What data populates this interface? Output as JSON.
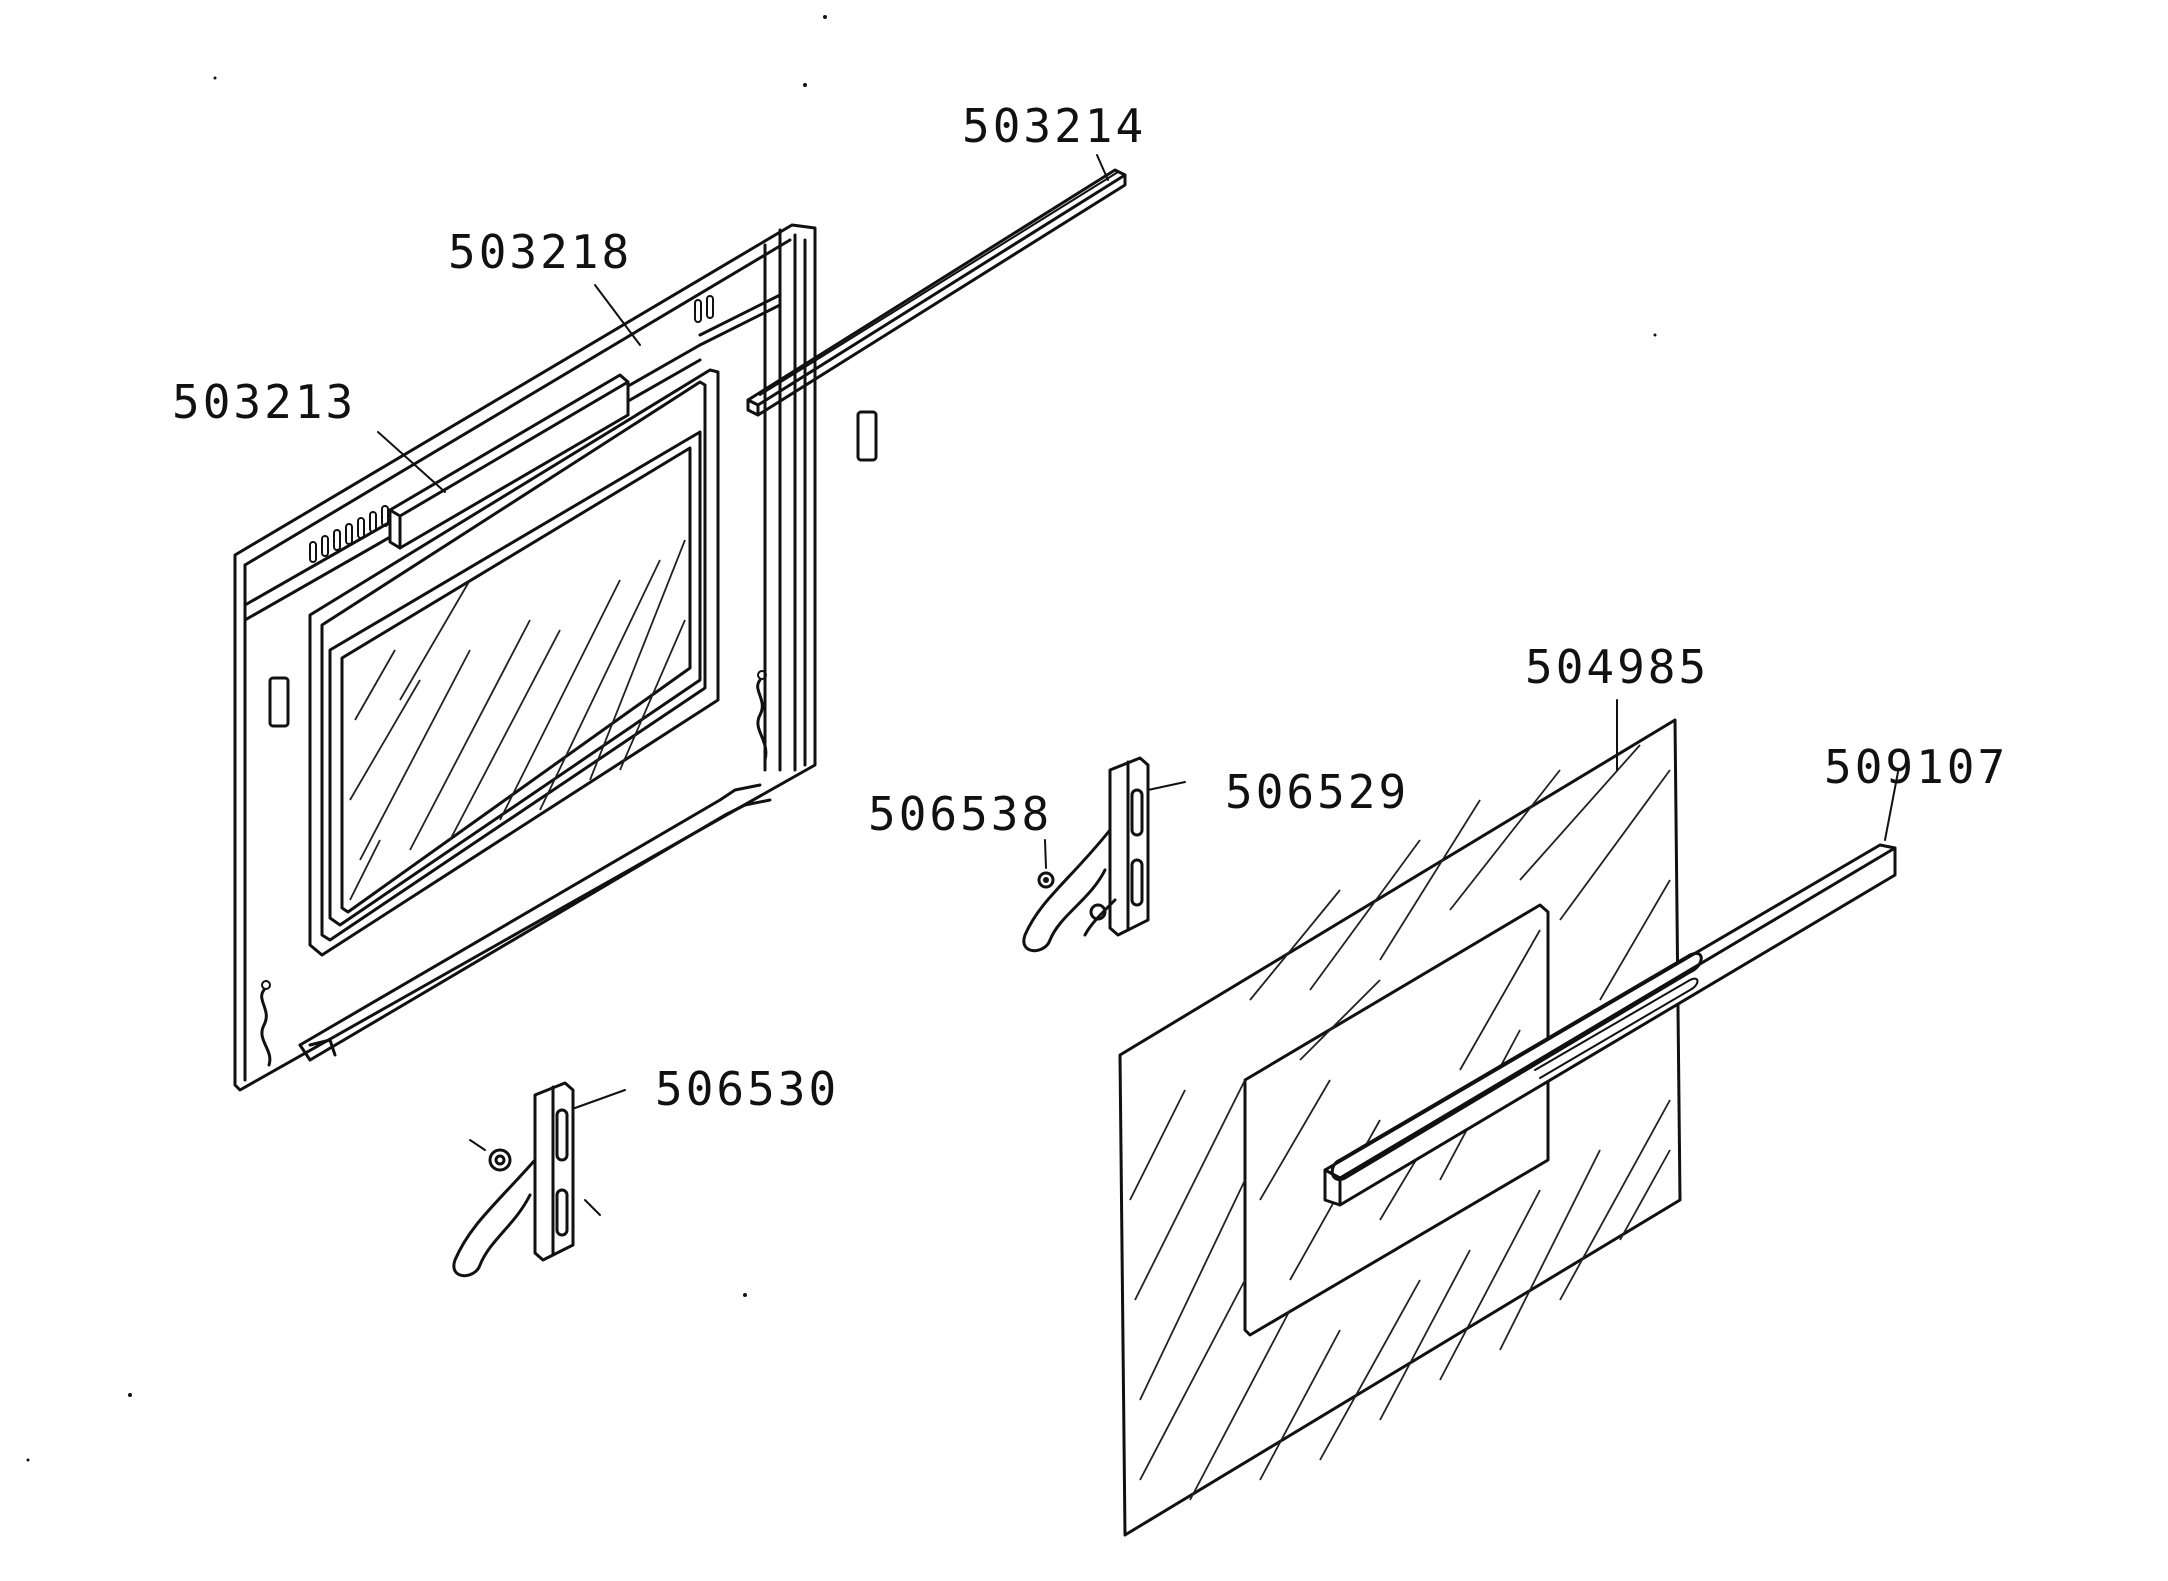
{
  "diagram": {
    "part_numbers": [
      {
        "id": "p503214",
        "text": "503214"
      },
      {
        "id": "p503218",
        "text": "503218"
      },
      {
        "id": "p503213",
        "text": "503213"
      },
      {
        "id": "p504985",
        "text": "504985"
      },
      {
        "id": "p509107",
        "text": "509107"
      },
      {
        "id": "p506538",
        "text": "506538"
      },
      {
        "id": "p506529",
        "text": "506529"
      },
      {
        "id": "p506530",
        "text": "506530"
      }
    ]
  }
}
